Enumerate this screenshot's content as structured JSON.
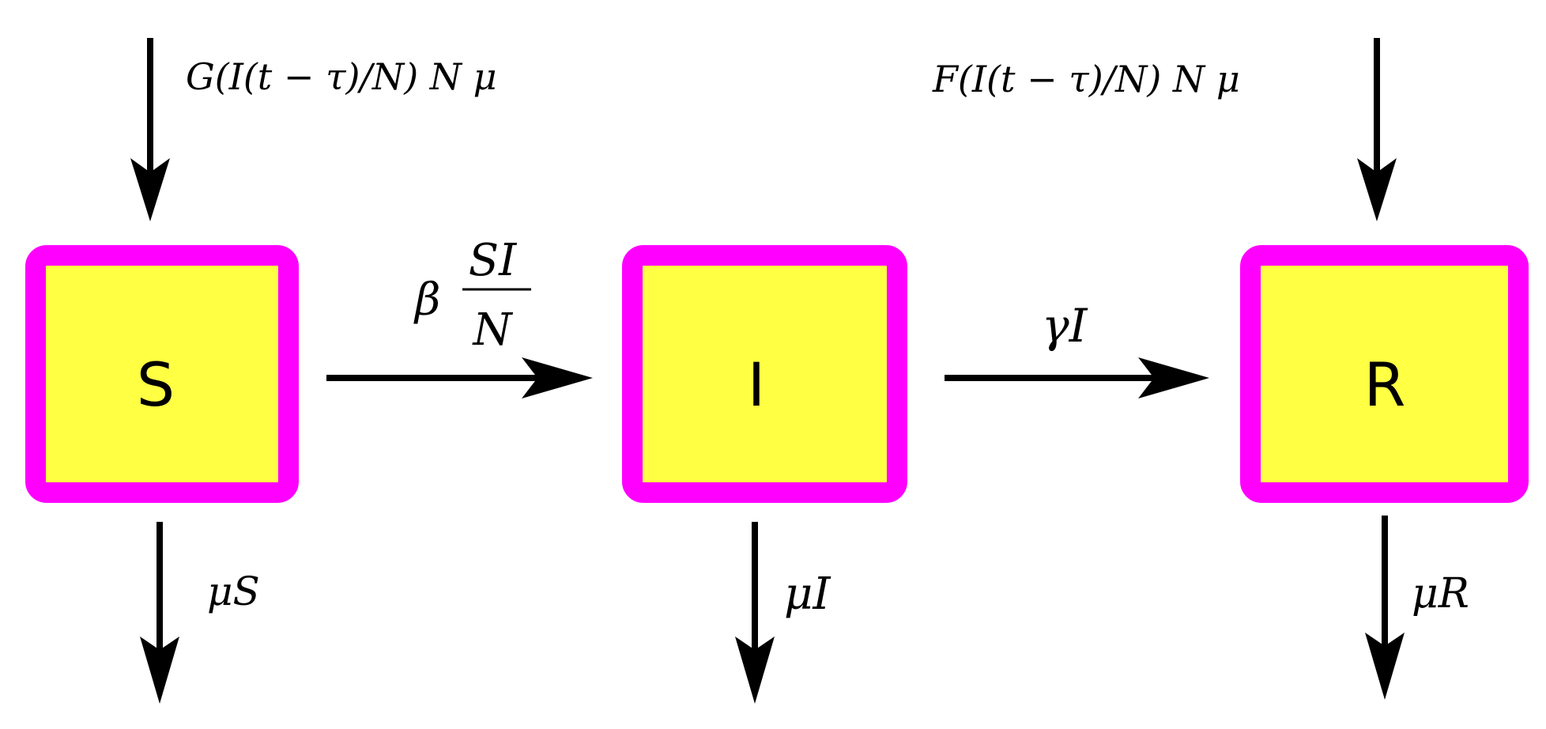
{
  "colors": {
    "box_fill": "#ffff44",
    "box_border": "#ff00ff",
    "arrow": "#000000"
  },
  "compartments": {
    "S": "S",
    "I": "I",
    "R": "R"
  },
  "flows": {
    "inflow_S": "G(I(t − τ)/N) N μ",
    "inflow_R": "F(I(t − τ)/N) N μ",
    "transmission_coef": "β",
    "transmission_num": "SI",
    "transmission_den": "N",
    "recovery": "γI",
    "death_S": "μS",
    "death_I": "μI",
    "death_R": "μR"
  }
}
